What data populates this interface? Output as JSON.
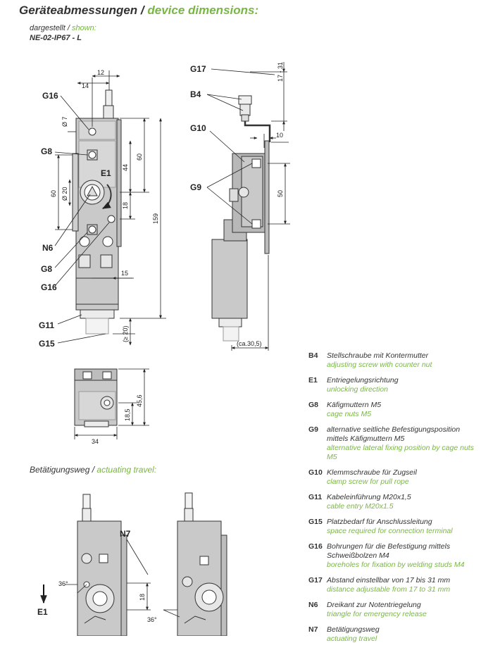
{
  "title": {
    "de": "Geräteabmessungen",
    "sep": " / ",
    "en": "device dimensions:"
  },
  "shown": {
    "de": "dargestellt",
    "sep": " / ",
    "en": "shown:",
    "model": "NE-02-IP67 - L"
  },
  "travel": {
    "de": "Betätigungsweg",
    "sep": " / ",
    "en": "actuating travel:"
  },
  "labels": {
    "g16a": "G16",
    "g8a": "G8",
    "e1": "E1",
    "n6": "N6",
    "g8b": "G8",
    "g16b": "G16",
    "g11": "G11",
    "g15": "G15",
    "g17": "G17",
    "b4": "B4",
    "g10": "G10",
    "g9": "G9",
    "n7": "N7",
    "e1b": "E1"
  },
  "dims": {
    "d12": "12",
    "d14": "14",
    "d7": "Ø 7",
    "d60a": "60",
    "d44": "44",
    "d60b": "60",
    "d20": "Ø 20",
    "d18a": "18",
    "d159": "159",
    "d15": "15",
    "d20b": "(≥ 20)",
    "d1731": "17 - 31",
    "d10": "10",
    "d50": "50",
    "d305": "(ca.30,5)",
    "d456": "45,6",
    "d185": "18,5",
    "d34": "34",
    "d36a": "36°",
    "d18b": "18",
    "d36b": "36°"
  },
  "legend": [
    {
      "code": "B4",
      "de": "Stellschraube mit Kontermutter",
      "en": "adjusting screw with counter nut"
    },
    {
      "code": "E1",
      "de": "Entriegelungsrichtung",
      "en": "unlocking direction"
    },
    {
      "code": "G8",
      "de": "Käfigmuttern M5",
      "en": "cage nuts M5"
    },
    {
      "code": "G9",
      "de": "alternative seitliche Befestigungsposition mittels Käfigmuttern M5",
      "en": "alternative lateral fixing position by cage nuts M5"
    },
    {
      "code": "G10",
      "de": "Klemmschraube für Zugseil",
      "en": "clamp screw for pull rope"
    },
    {
      "code": "G11",
      "de": "Kabeleinführung M20x1,5",
      "en": "cable entry M20x1.5"
    },
    {
      "code": "G15",
      "de": "Platzbedarf für Anschlussleitung",
      "en": "space required for connection terminal"
    },
    {
      "code": "G16",
      "de": "Bohrungen für die Befestigung mittels Schweißbolzen M4",
      "en": "boreholes for fixation by welding studs M4"
    },
    {
      "code": "G17",
      "de": "Abstand einstellbar von 17 bis 31 mm",
      "en": "distance adjustable from 17 to 31 mm"
    },
    {
      "code": "N6",
      "de": "Dreikant zur Notentriegelung",
      "en": "triangle for emergency release"
    },
    {
      "code": "N7",
      "de": "Betätigungsweg",
      "en": "actuating travel"
    }
  ]
}
